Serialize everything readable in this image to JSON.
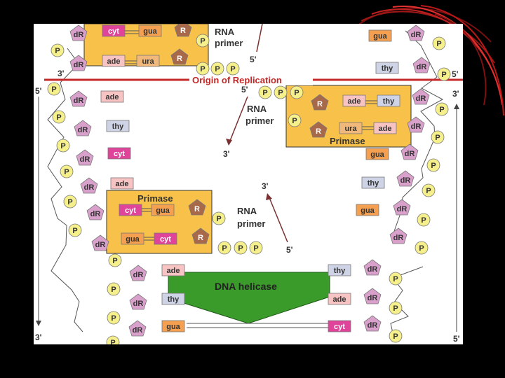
{
  "colors": {
    "slide_bg": "#000000",
    "panel_bg": "#ffffff",
    "origin_line": "#c62828",
    "primer_box": "#f8c24a",
    "helicase": "#3a9a2a",
    "phosphate": "#f6f08c",
    "deoxyribose": "#d9a0cc",
    "ribose": "#a8684a",
    "cyt": "#e0449a",
    "gua": "#f4a050",
    "ade": "#f7c3c3",
    "thy": "#cfd3e6",
    "ura": "#f0b87a",
    "swirl": "#b81818"
  },
  "diagram": {
    "origin_label": "Origin of Replication",
    "helicase_label": "DNA helicase",
    "rna_primer_top": [
      "RNA",
      "primer"
    ],
    "rna_primer_middle": [
      "RNA",
      "primer"
    ],
    "rna_primer_bottom": [
      "RNA",
      "primer"
    ],
    "primase_right": "Primase",
    "primase_left": "Primase",
    "end_labels": {
      "left_top": "5'",
      "left_bottom": "3'",
      "right_top": "3'",
      "right_bottom": "5'",
      "right_upper": "5'",
      "top_primer_end": "5'",
      "left_upper": "3'",
      "mid_primer_5": "5'",
      "mid_primer_3": "3'",
      "bottom_primer_3": "3'",
      "bottom_primer_5": "5'"
    },
    "sugar_label": "dR",
    "ribose_label": "R",
    "phosphate_label": "P",
    "top_primer_bases": [
      "cyt",
      "gua",
      "ade",
      "ura"
    ],
    "right_primer_bases": [
      "ade",
      "thy",
      "ura",
      "ade"
    ],
    "left_primer_bases": [
      "cyt",
      "gua",
      "gua",
      "cyt"
    ],
    "left_strand_bases": [
      "ade",
      "thy",
      "cyt",
      "ade"
    ],
    "right_strand_bases": [
      "gua",
      "thy",
      "gua",
      "thy",
      "gua"
    ],
    "bottom_left_bases": [
      "ade",
      "thy",
      "gua"
    ],
    "bottom_right_bases": [
      "thy",
      "ade",
      "cyt"
    ]
  }
}
